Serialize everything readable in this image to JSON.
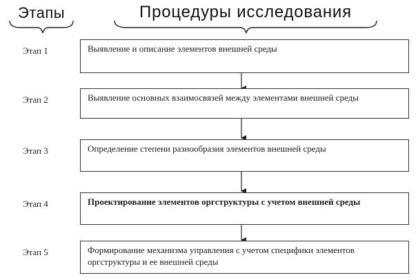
{
  "header": {
    "stages_title": "Этапы",
    "procedures_title": "Процедуры исследования"
  },
  "steps": [
    {
      "stage": "Этап 1",
      "text": "Выявление и описание элементов внешней среды"
    },
    {
      "stage": "Этап 2",
      "text": "Выявление основных взаимосвязей между элементами внешней среды"
    },
    {
      "stage": "Этап 3",
      "text": "Определение степени разнообразия элементов внешней среды"
    },
    {
      "stage": "Этап 4",
      "text": "Проектирование элементов оргструктуры с учетом внешней среды"
    },
    {
      "stage": "Этап 5",
      "text": "Формирование механизма управления с учетом специфики элементов оргструктуры и ее внешней среды"
    }
  ],
  "colors": {
    "line": "#333333",
    "text": "#1e1e1e",
    "background": "#ffffff"
  }
}
